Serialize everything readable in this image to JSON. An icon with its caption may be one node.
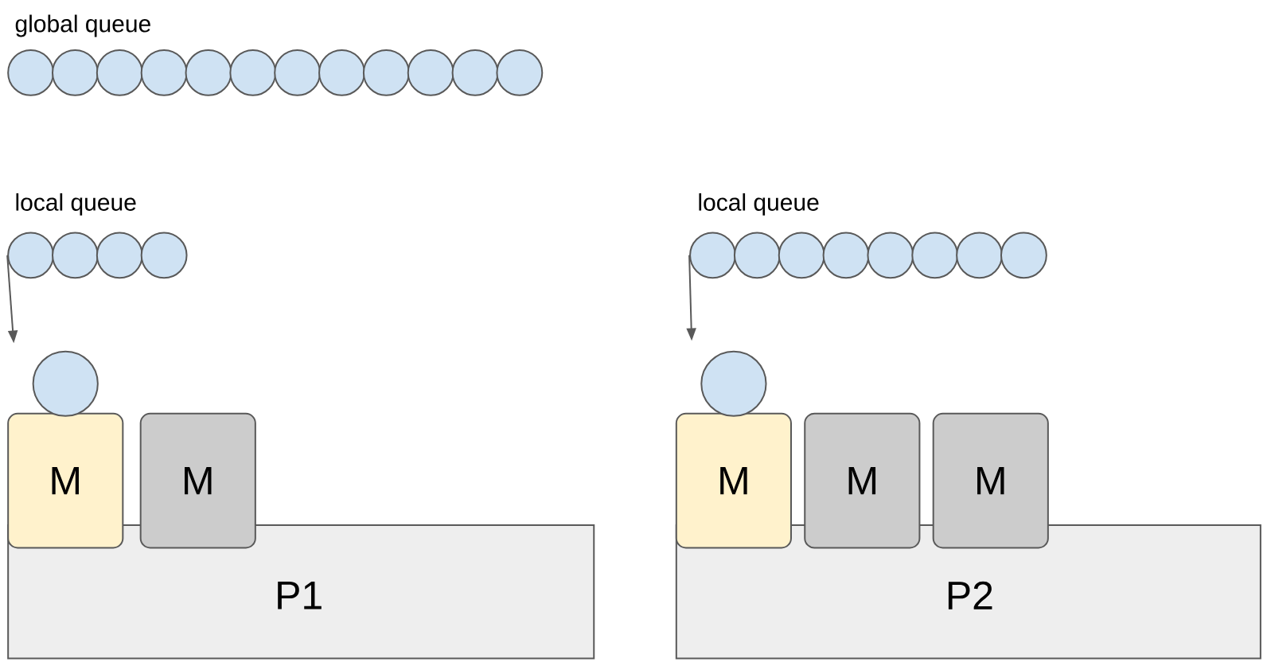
{
  "diagram": {
    "nodes": [
      {
        "text": [],
        "shape": "circle"
      },
      {
        "text": [],
        "shape": "circle"
      },
      {
        "text": [],
        "shape": "circle"
      },
      {
        "text": [],
        "shape": "circle"
      },
      {
        "text": [],
        "shape": "circle"
      },
      {
        "text": [],
        "shape": "circle"
      },
      {
        "text": [],
        "shape": "circle"
      },
      {
        "text": [],
        "shape": "circle"
      },
      {
        "text": [],
        "shape": "circle"
      },
      {
        "text": [],
        "shape": "circle"
      },
      {
        "text": [],
        "shape": "circle"
      },
      {
        "text": [],
        "shape": "circle"
      },
      {
        "text": [],
        "shape": "circle"
      },
      {
        "text": [],
        "shape": "circle"
      },
      {
        "text": [],
        "shape": "circle"
      },
      {
        "text": [],
        "shape": "circle"
      },
      {
        "text": [],
        "shape": "circle"
      },
      {
        "text": [],
        "shape": "circle"
      },
      {
        "text": [],
        "shape": "circle"
      },
      {
        "text": [],
        "shape": "circle"
      },
      {
        "text": [],
        "shape": "circle"
      },
      {
        "text": [],
        "shape": "circle"
      },
      {
        "text": [],
        "shape": "circle"
      },
      {
        "text": [],
        "shape": "circle"
      },
      {
        "text": [],
        "shape": "circle"
      },
      {
        "text": [],
        "shape": "circle"
      },
      {
        "text": [
          "M"
        ]
      },
      {
        "text": [
          "M"
        ]
      },
      {
        "text": [
          "M"
        ]
      },
      {
        "text": [
          "M"
        ]
      },
      {
        "text": [
          "M"
        ]
      },
      {
        "text": [
          "P1"
        ]
      },
      {
        "text": [
          "P2"
        ]
      }
    ],
    "edges": [
      {
        "from": 12,
        "to": null,
        "arrow": "to"
      },
      {
        "from": 16,
        "to": null,
        "arrow": "to"
      }
    ],
    "labels": [
      "global queue",
      "local queue",
      "local queue"
    ]
  }
}
